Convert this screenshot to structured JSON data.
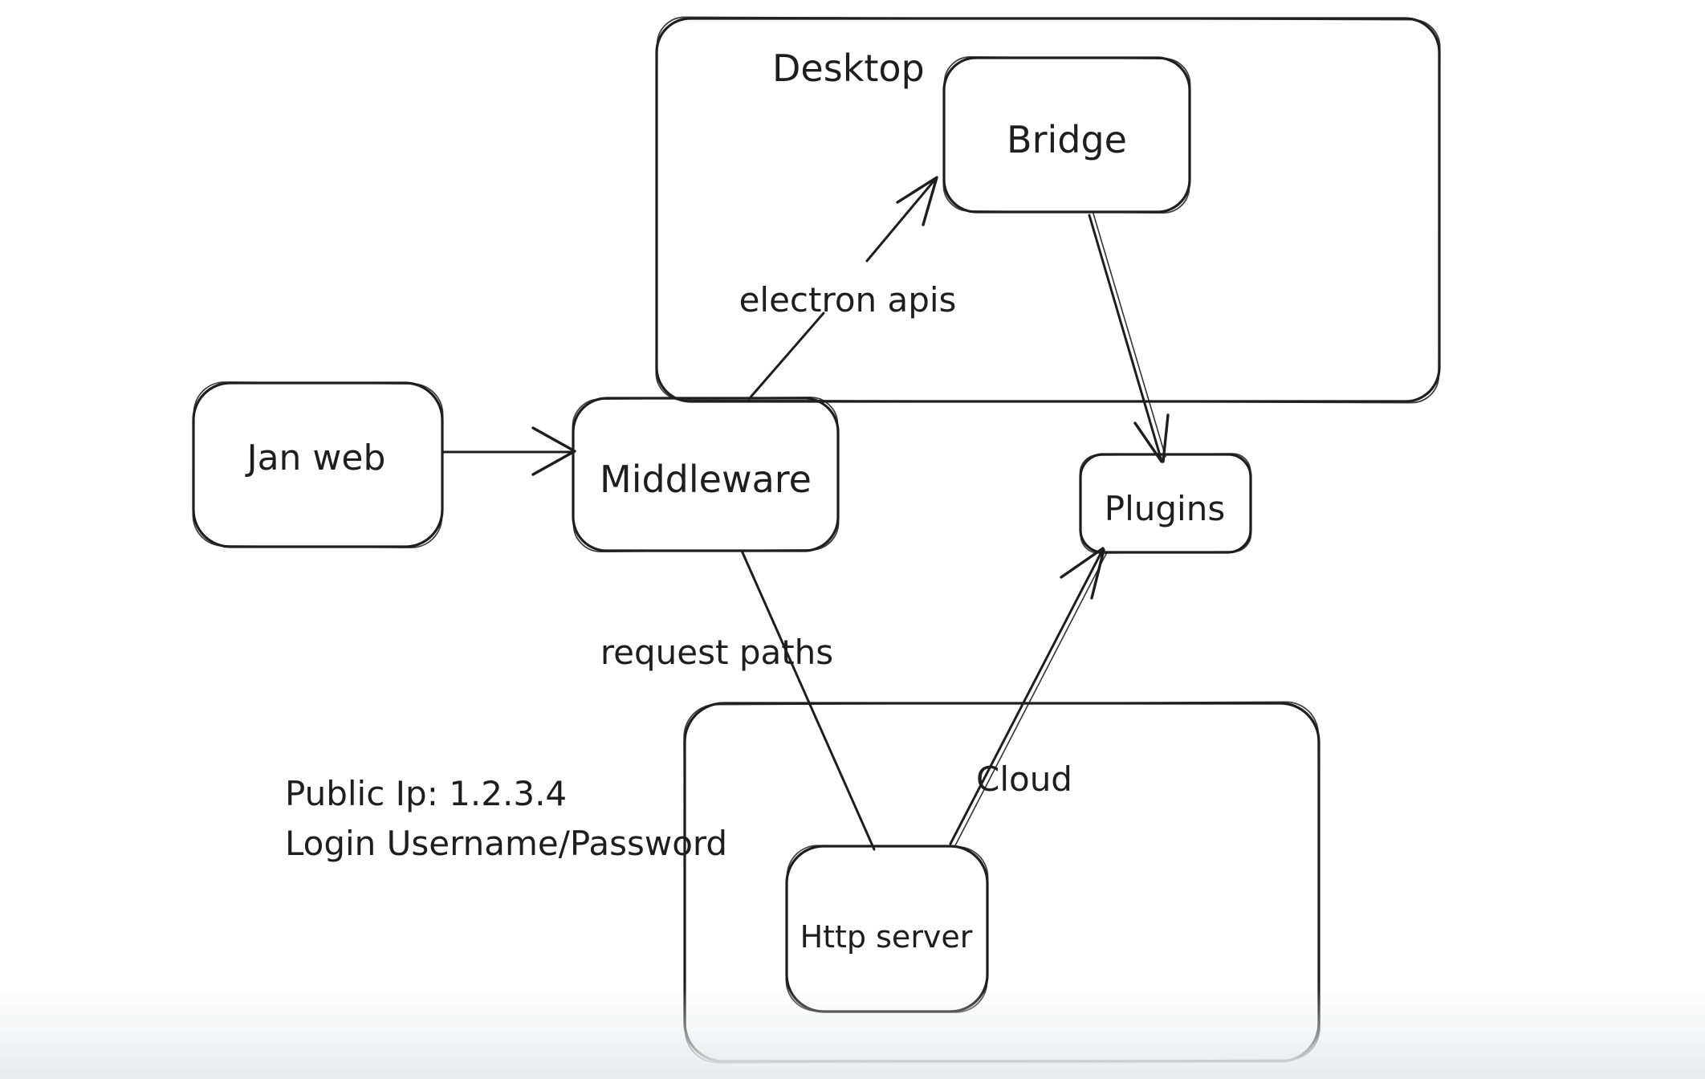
{
  "diagram": {
    "colors": {
      "stroke": "#1e1e1e",
      "background": "#ffffff",
      "bottom_fade": "#e9eaec"
    },
    "containers": [
      {
        "id": "desktop",
        "label": "Desktop"
      },
      {
        "id": "cloud",
        "label": "Cloud"
      }
    ],
    "nodes": [
      {
        "id": "jan-web",
        "label": "Jan web"
      },
      {
        "id": "middleware",
        "label": "Middleware"
      },
      {
        "id": "bridge",
        "label": "Bridge"
      },
      {
        "id": "plugins",
        "label": "Plugins"
      },
      {
        "id": "http-server",
        "label": "Http server"
      }
    ],
    "edges": [
      {
        "id": "jan-web-to-middleware",
        "from": "jan-web",
        "to": "middleware",
        "label": ""
      },
      {
        "id": "middleware-to-bridge",
        "from": "middleware",
        "to": "bridge",
        "label": "electron apis"
      },
      {
        "id": "bridge-to-plugins",
        "from": "bridge",
        "to": "plugins",
        "label": ""
      },
      {
        "id": "middleware-to-http-server",
        "from": "middleware",
        "to": "http-server",
        "label": "request paths"
      },
      {
        "id": "http-server-to-plugins",
        "from": "http-server",
        "to": "plugins",
        "label": ""
      }
    ],
    "notes": [
      "Public Ip: 1.2.3.4",
      "Login Username/Password"
    ]
  }
}
